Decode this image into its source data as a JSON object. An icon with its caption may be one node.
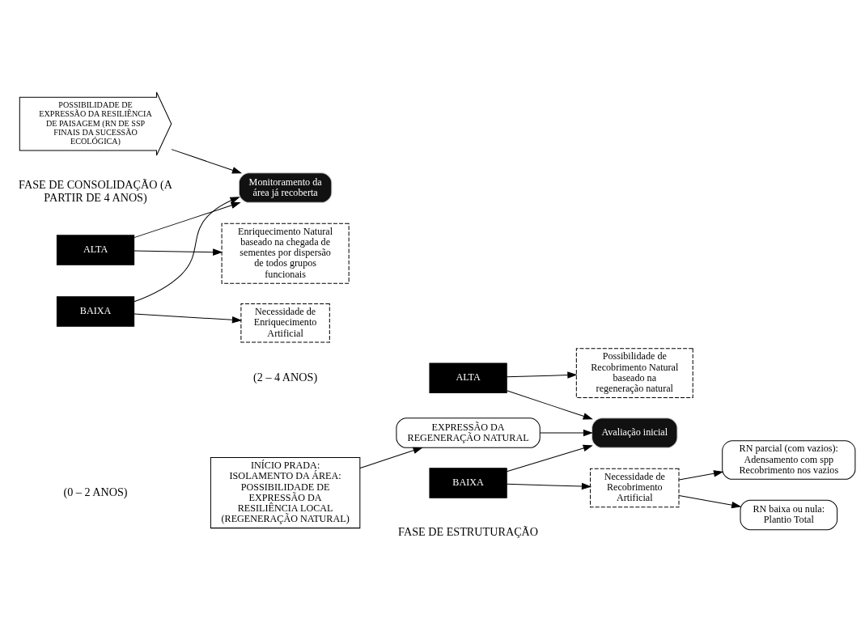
{
  "diagram": {
    "nodes": [
      {
        "text": [
          "INÍCIO PRADA: ISOLAMENTO DA ÁREA: POSSIBILIDADE DE EXPRESSÃO DA RESILIÊNCIA LOCAL (REGENERAÇÃO NATURAL)"
        ]
      },
      {
        "text": [
          "EXPRESSÃO DA REGENERAÇÃO NATURAL"
        ]
      },
      {
        "text": [
          "Avaliação inicial"
        ]
      },
      {
        "text": [
          "ALTA"
        ]
      },
      {
        "text": [
          "BAIXA"
        ]
      },
      {
        "text": [
          "Possibilidade de Recobrimento Natural baseado na regeneração natural"
        ]
      },
      {
        "text": [
          "Necessidade de Recobrimento Artificial"
        ]
      },
      {
        "text": [
          "RN parcial (com vazios): Adensamento com spp Recobrimento nos vazios"
        ]
      },
      {
        "text": [
          "RN baixa ou nula: Plantio Total"
        ]
      },
      {
        "text": [
          "POSSIBILIDADE DE EXPRESSÃO DA RESILIÊNCIA DE PAISAGEM (RN DE SSP FINAIS DA SUCESSÃO ECOLÓGICA)"
        ]
      },
      {
        "text": [
          "Monitoramento da área já recoberta"
        ]
      },
      {
        "text": [
          "ALTA"
        ]
      },
      {
        "text": [
          "BAIXA"
        ]
      },
      {
        "text": [
          "Enriquecimento Natural baseado na chegada de sementes por dispersão de todos grupos funcionais"
        ]
      },
      {
        "text": [
          "Necessidade de Enriquecimento Artificial"
        ]
      }
    ],
    "edges": [
      {
        "from": 0,
        "to": 1,
        "arrow": "to"
      },
      {
        "from": 1,
        "to": 2,
        "arrow": "to"
      },
      {
        "from": 3,
        "to": 2,
        "arrow": "to"
      },
      {
        "from": 4,
        "to": 2,
        "arrow": "to"
      },
      {
        "from": 3,
        "to": 5,
        "arrow": "to"
      },
      {
        "from": 4,
        "to": 6,
        "arrow": "to"
      },
      {
        "from": 6,
        "to": 7,
        "arrow": "to"
      },
      {
        "from": 6,
        "to": 8,
        "arrow": "to"
      },
      {
        "from": 9,
        "to": 10,
        "arrow": "to"
      },
      {
        "from": 11,
        "to": 10,
        "arrow": "to"
      },
      {
        "from": 12,
        "to": 10,
        "arrow": "to"
      },
      {
        "from": 11,
        "to": 13,
        "arrow": "to"
      },
      {
        "from": 12,
        "to": 14,
        "arrow": "to"
      }
    ],
    "labels": [
      "FASE DE ESTRUTURAÇÃO",
      "(0 – 2 ANOS)",
      "(2 – 4 ANOS)",
      "FASE DE CONSOLIDAÇÃO (A PARTIR DE 4 ANOS)"
    ]
  }
}
